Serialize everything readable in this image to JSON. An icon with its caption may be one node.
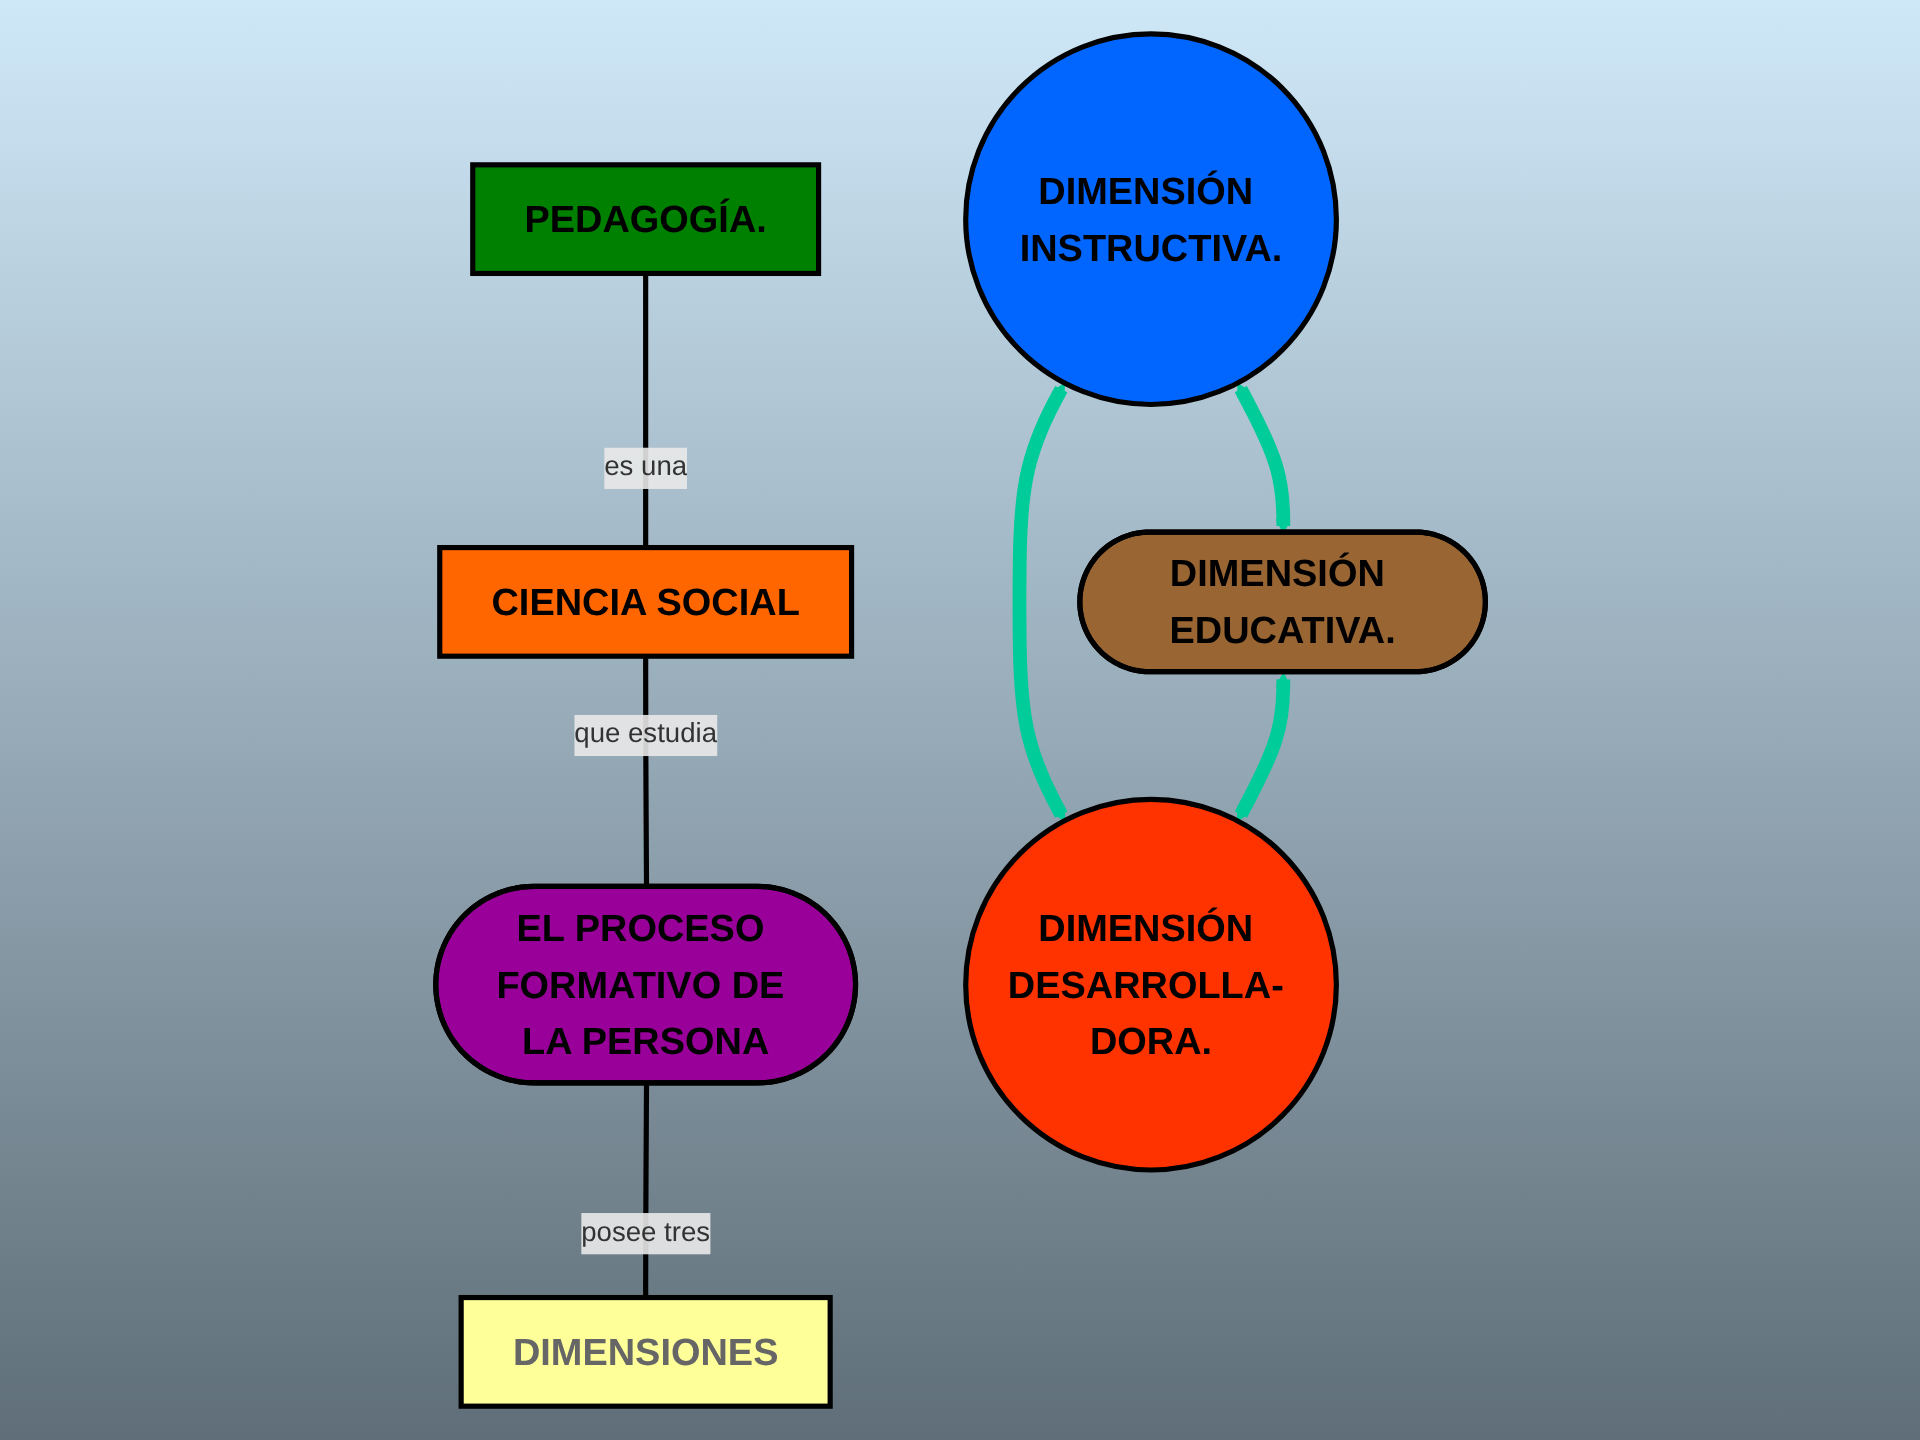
{
  "diagram": {
    "nodes": [
      {
        "text": [
          "PEDAGOGÍA."
        ]
      },
      {
        "text": [
          "CIENCIA SOCIAL"
        ]
      },
      {
        "text": [
          "EL PROCESO FORMATIVO DE LA PERSONA"
        ]
      },
      {
        "text": [
          "DIMENSIONES"
        ]
      },
      {
        "text": [
          "DIMENSIÓN INSTRUCTIVA."
        ]
      },
      {
        "text": [
          "DIMENSIÓN DESARROLLA- DORA."
        ]
      },
      {
        "text": [
          "DIMENSIÓN EDUCATIVA."
        ]
      }
    ],
    "edges": [
      {
        "from": 0,
        "to": 1,
        "arrow": "none",
        "label": "es una"
      },
      {
        "from": 1,
        "to": 2,
        "arrow": "none",
        "label": "que estudia"
      },
      {
        "from": 2,
        "to": 3,
        "arrow": "none",
        "label": "posee tres"
      },
      {
        "from": 4,
        "to": 5,
        "arrow": "both",
        "style": "thick",
        "color": "#00cc99"
      },
      {
        "from": 4,
        "to": 6,
        "arrow": "both",
        "style": "thick",
        "color": "#00cc99"
      },
      {
        "from": 6,
        "to": 5,
        "arrow": "both",
        "style": "thick",
        "color": "#00cc99"
      }
    ]
  }
}
